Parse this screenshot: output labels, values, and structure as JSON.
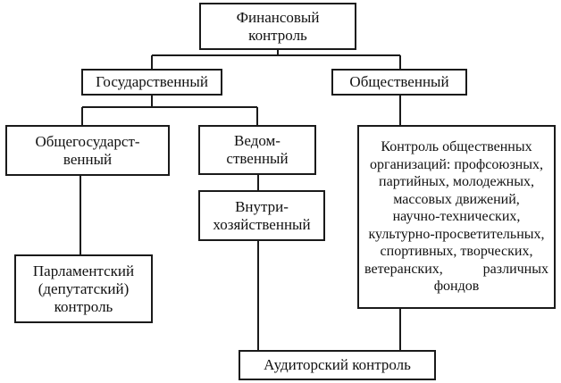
{
  "diagram": {
    "root": "Финансовый\nконтроль",
    "state": "Государственный",
    "public": "Общественный",
    "general_state": "Общегосударст-\nвенный",
    "departmental": "Ведом-\nственный",
    "intra_economic": "Внутри-\nхозяйственный",
    "parliamentary": "Парламентский\n(депутатский)\nконтроль",
    "public_orgs": "Контроль общественных\nорганизаций: профсоюзных,\nпартийных, молодежных,\nмассовых движений,\nнаучно-технических,\nкультурно-просветительных,\nспортивных, творческих,\nветеранских, различных фондов",
    "audit": "Аудиторский контроль"
  }
}
